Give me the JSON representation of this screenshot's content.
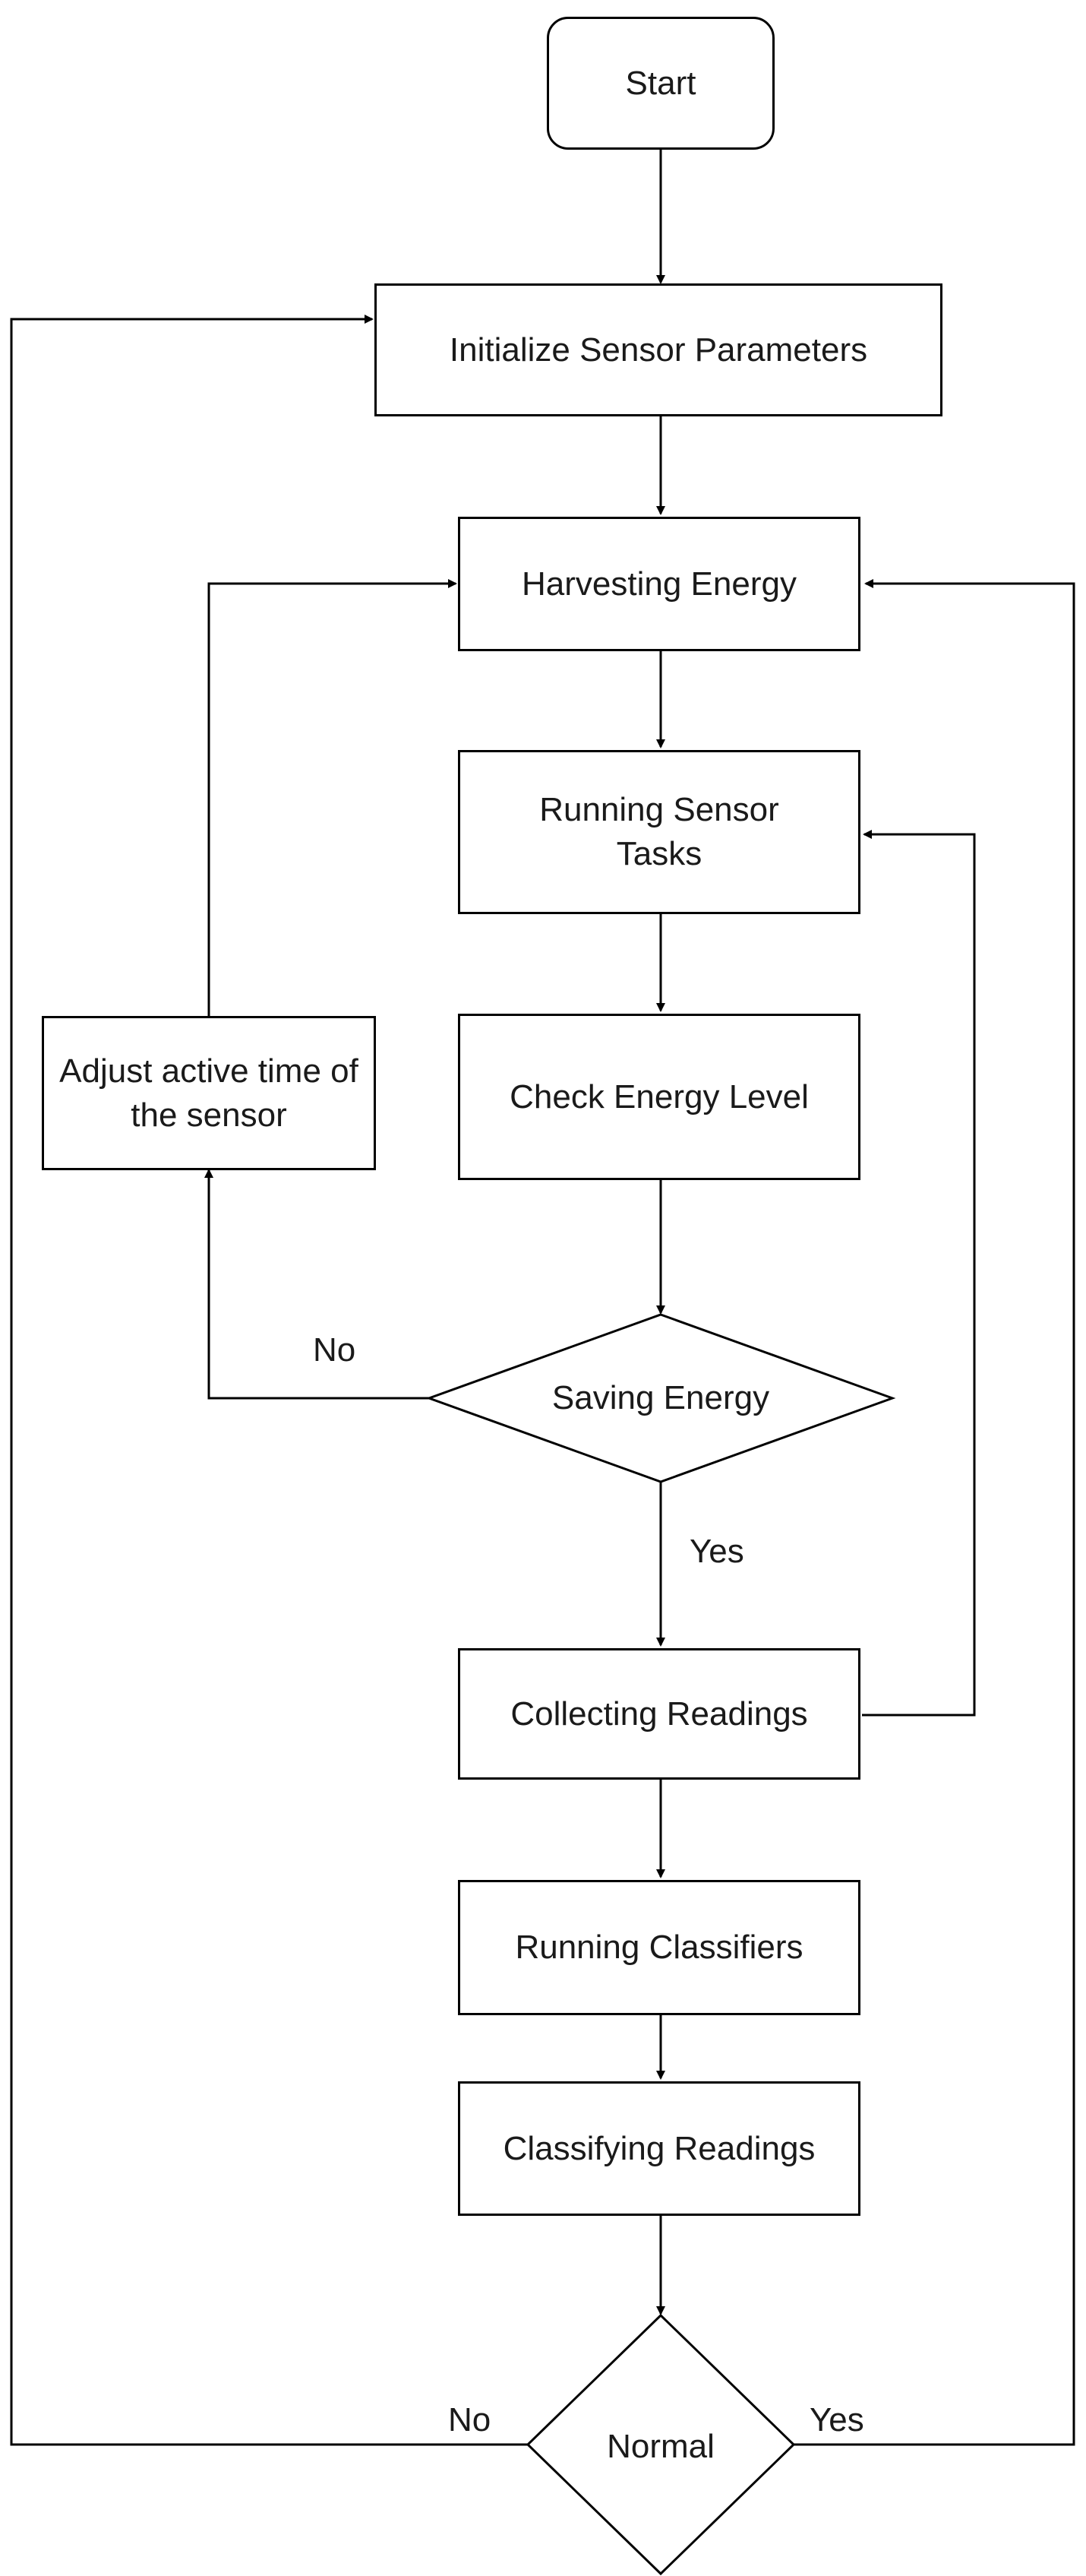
{
  "nodes": {
    "start": "Start",
    "initialize": "Initialize Sensor Parameters",
    "harvesting": "Harvesting Energy",
    "running_tasks": "Running Sensor Tasks",
    "check_energy": "Check Energy Level",
    "adjust": "Adjust active time of the sensor",
    "saving": "Saving Energy",
    "collecting": "Collecting Readings",
    "running_classifiers": "Running Classifiers",
    "classifying": "Classifying Readings",
    "normal": "Normal"
  },
  "edge_labels": {
    "saving_no": "No",
    "saving_yes": "Yes",
    "normal_no": "No",
    "normal_yes": "Yes"
  }
}
